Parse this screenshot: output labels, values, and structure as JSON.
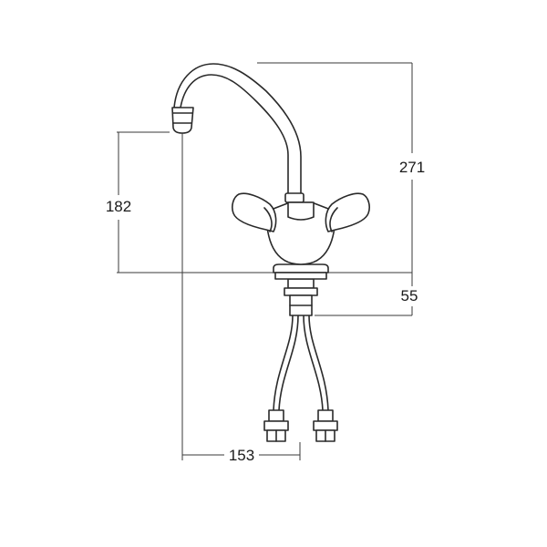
{
  "dimensions": {
    "total_height": "271",
    "spout_height": "182",
    "base_height": "55",
    "spout_reach": "153"
  }
}
